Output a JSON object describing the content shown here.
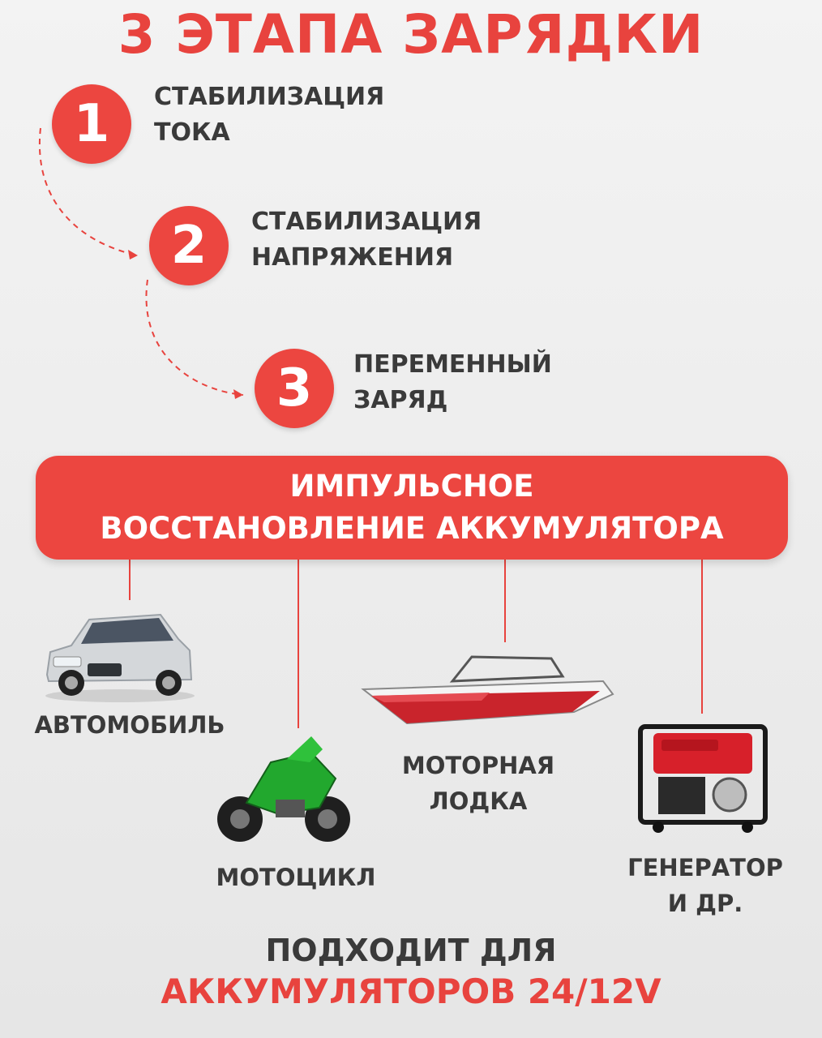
{
  "title": "3 ЭТАПА ЗАРЯДКИ",
  "steps": [
    {
      "number": "1",
      "line1": "СТАБИЛИЗАЦИЯ",
      "line2": "ТОКА"
    },
    {
      "number": "2",
      "line1": "СТАБИЛИЗАЦИЯ",
      "line2": "НАПРЯЖЕНИЯ"
    },
    {
      "number": "3",
      "line1": "ПЕРЕМЕННЫЙ",
      "line2": "ЗАРЯД"
    }
  ],
  "banner": {
    "line1": "ИМПУЛЬСНОЕ",
    "line2": "ВОССТАНОВЛЕНИЕ АККУМУЛЯТОРА"
  },
  "uses": [
    {
      "label": "АВТОМОБИЛЬ",
      "icon": "car-icon"
    },
    {
      "label": "МОТОЦИКЛ",
      "icon": "motorcycle-icon"
    },
    {
      "label_line1": "МОТОРНАЯ",
      "label_line2": "ЛОДКА",
      "icon": "boat-icon"
    },
    {
      "label_line1": "ГЕНЕРАТОР",
      "label_line2": "И ДР.",
      "icon": "generator-icon"
    }
  ],
  "footer": {
    "line1": "ПОДХОДИТ ДЛЯ",
    "line2": "АККУМУЛЯТОРОВ 24/12V"
  },
  "colors": {
    "accent": "#ec4640",
    "text": "#3a3a3a",
    "background": "#efefef"
  }
}
